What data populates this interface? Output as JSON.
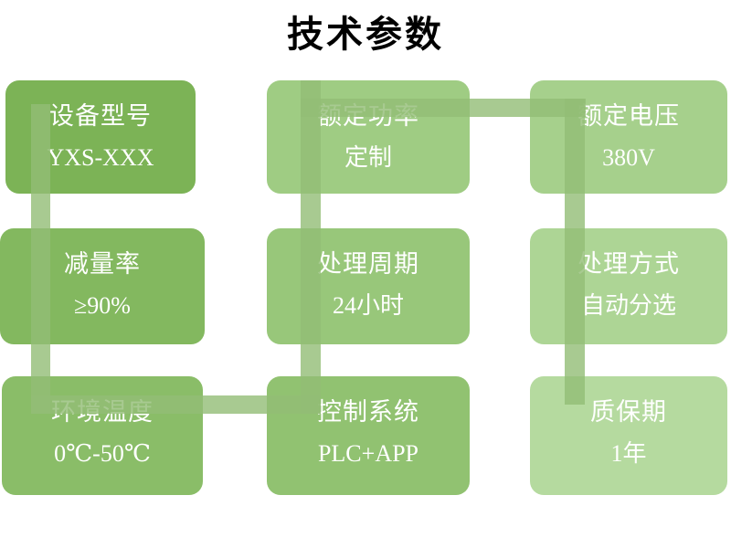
{
  "title": "技术参数",
  "connector": {
    "color": "rgba(146, 189, 118, 0.8)"
  },
  "background_color": "#ffffff",
  "title_color": "#000000",
  "text_color": "#ffffff",
  "cards": [
    {
      "label": "设备型号",
      "value": "YXS-XXX",
      "color": "#7CB356"
    },
    {
      "label": "额定功率",
      "value": "定制",
      "color": "#9FCC83"
    },
    {
      "label": "额定电压",
      "value": "380V",
      "color": "#A6D08C"
    },
    {
      "label": "减量率",
      "value": "≥90%",
      "color": "#83B85F"
    },
    {
      "label": "处理周期",
      "value": "24小时",
      "color": "#98C77A"
    },
    {
      "label": "处理方式",
      "value": "自动分选",
      "color": "#ADD595"
    },
    {
      "label": "环境温度",
      "value": "0℃-50℃",
      "color": "#8ABD68"
    },
    {
      "label": "控制系统",
      "value": "PLC+APP",
      "color": "#91C271"
    },
    {
      "label": "质保期",
      "value": "1年",
      "color": "#B5DA9F"
    }
  ]
}
